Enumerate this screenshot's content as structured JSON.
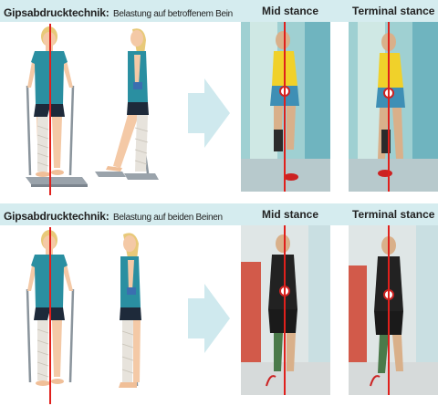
{
  "rows": [
    {
      "technique": "Gipsabdrucktechnik:",
      "loading": "Belastung auf betroffenem Bein",
      "phase_mid": "Mid stance",
      "phase_terminal": "Terminal stance"
    },
    {
      "technique": "Gipsabdrucktechnik:",
      "loading": "Belastung auf beiden Beinen",
      "phase_mid": "Mid stance",
      "phase_terminal": "Terminal stance"
    }
  ],
  "colors": {
    "header_band": "#d5ecef",
    "arrow": "#cfe9ee",
    "plumb_line": "#e0201c",
    "shirt_row1": "#2a8fa1",
    "photo_shirt_row1": "#f0d12a",
    "photo_shirt_row2": "#222222"
  }
}
